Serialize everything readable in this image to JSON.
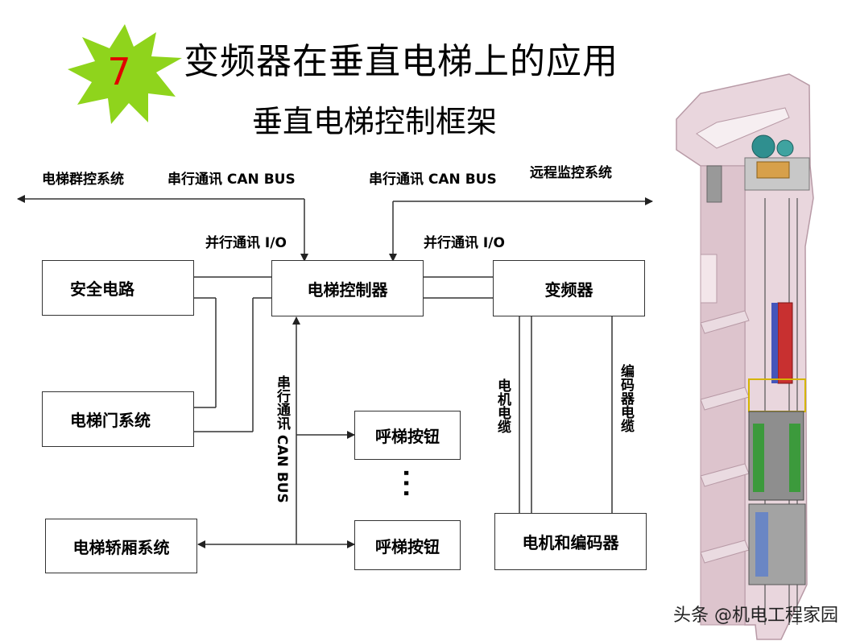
{
  "header": {
    "number": "7",
    "title": "变频器在垂直电梯上的应用",
    "subtitle": "垂直电梯控制框架"
  },
  "diagram": {
    "boxes": {
      "safety_circuit": "安全电路",
      "controller": "电梯控制器",
      "inverter": "变频器",
      "door_system": "电梯门系统",
      "call_button_1": "呼梯按钮",
      "call_button_2": "呼梯按钮",
      "car_system": "电梯轿厢系统",
      "motor_encoder": "电机和编码器"
    },
    "labels": {
      "group_control": "电梯群控系统",
      "serial_can_left": "串行通讯 CAN BUS",
      "serial_can_right": "串行通讯 CAN BUS",
      "remote_monitor": "远程监控系统",
      "parallel_io_left": "并行通讯 I/O",
      "parallel_io_right": "并行通讯 I/O",
      "serial_can_vertical": "串行通讯 CAN BUS",
      "motor_cable": "电机电缆",
      "encoder_cable": "编码器电缆",
      "ellipsis": "..."
    }
  },
  "watermark": "头条 @机电工程家园",
  "colors": {
    "badge_fill": "#8fd41c",
    "badge_number": "#e00000",
    "line": "#333333"
  }
}
